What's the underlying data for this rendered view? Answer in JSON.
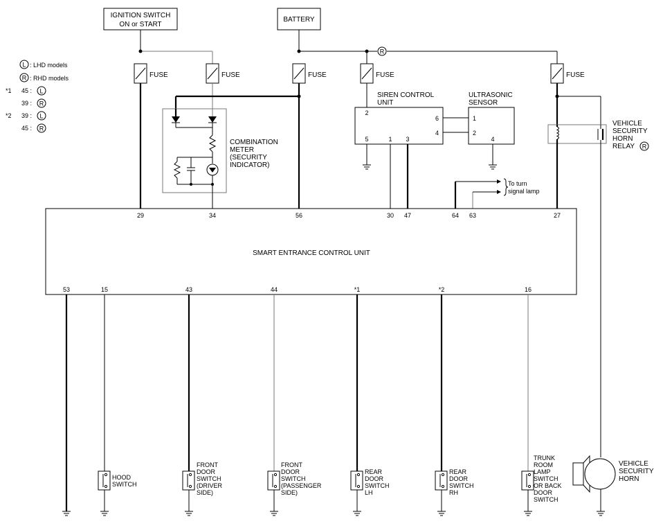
{
  "legend": {
    "lhd_symbol": "L",
    "lhd_text": ": LHD models",
    "rhd_symbol": "R",
    "rhd_text": ": RHD models",
    "note1_marker": "*1",
    "note1_line1": "45 :",
    "note1_line1_symbol": "L",
    "note1_line2": "39 :",
    "note1_line2_symbol": "R",
    "note2_marker": "*2",
    "note2_line1": "39 :",
    "note2_line1_symbol": "L",
    "note2_line2": "45 :",
    "note2_line2_symbol": "R"
  },
  "sources": {
    "ignition_line1": "IGNITION SWITCH",
    "ignition_line2": "ON or START",
    "battery": "BATTERY",
    "rhd_marker": "R"
  },
  "fuses": [
    "FUSE",
    "FUSE",
    "FUSE",
    "FUSE",
    "FUSE"
  ],
  "combination_meter": [
    "COMBINATION",
    "METER",
    "(SECURITY",
    "INDICATOR)"
  ],
  "siren_unit": {
    "label_line1": "SIREN CONTROL",
    "label_line2": "UNIT",
    "pin_2": "2",
    "pin_6": "6",
    "pin_4": "4",
    "pin_5": "5",
    "pin_1": "1",
    "pin_3": "3"
  },
  "ultrasonic_sensor": {
    "label_line1": "ULTRASONIC",
    "label_line2": "SENSOR",
    "pin_1": "1",
    "pin_2": "2",
    "pin_4": "4"
  },
  "turn_signal": [
    "To turn",
    "signal lamp"
  ],
  "horn_relay": {
    "line1": "VEHICLE",
    "line2": "SECURITY",
    "line3": "HORN",
    "line4": "RELAY",
    "symbol": "R"
  },
  "control_unit": {
    "title": "SMART ENTRANCE CONTROL UNIT",
    "top_pins": [
      "29",
      "34",
      "56",
      "30",
      "47",
      "64",
      "63",
      "27"
    ],
    "bottom_pins": [
      "53",
      "15",
      "43",
      "44",
      "*1",
      "*2",
      "16"
    ]
  },
  "switches": {
    "hood": [
      "HOOD",
      "SWITCH"
    ],
    "front_driver": [
      "FRONT",
      "DOOR",
      "SWITCH",
      "(DRIVER",
      "SIDE)"
    ],
    "front_passenger": [
      "FRONT",
      "DOOR",
      "SWITCH",
      "(PASSENGER",
      "SIDE)"
    ],
    "rear_lh": [
      "REAR",
      "DOOR",
      "SWITCH",
      "LH"
    ],
    "rear_rh": [
      "REAR",
      "DOOR",
      "SWITCH",
      "RH"
    ],
    "trunk": [
      "TRUNK",
      "ROOM",
      "LAMP",
      "SWITCH",
      "OR BACK",
      "DOOR",
      "SWITCH"
    ]
  },
  "horn": [
    "VEHICLE",
    "SECURITY",
    "HORN"
  ]
}
